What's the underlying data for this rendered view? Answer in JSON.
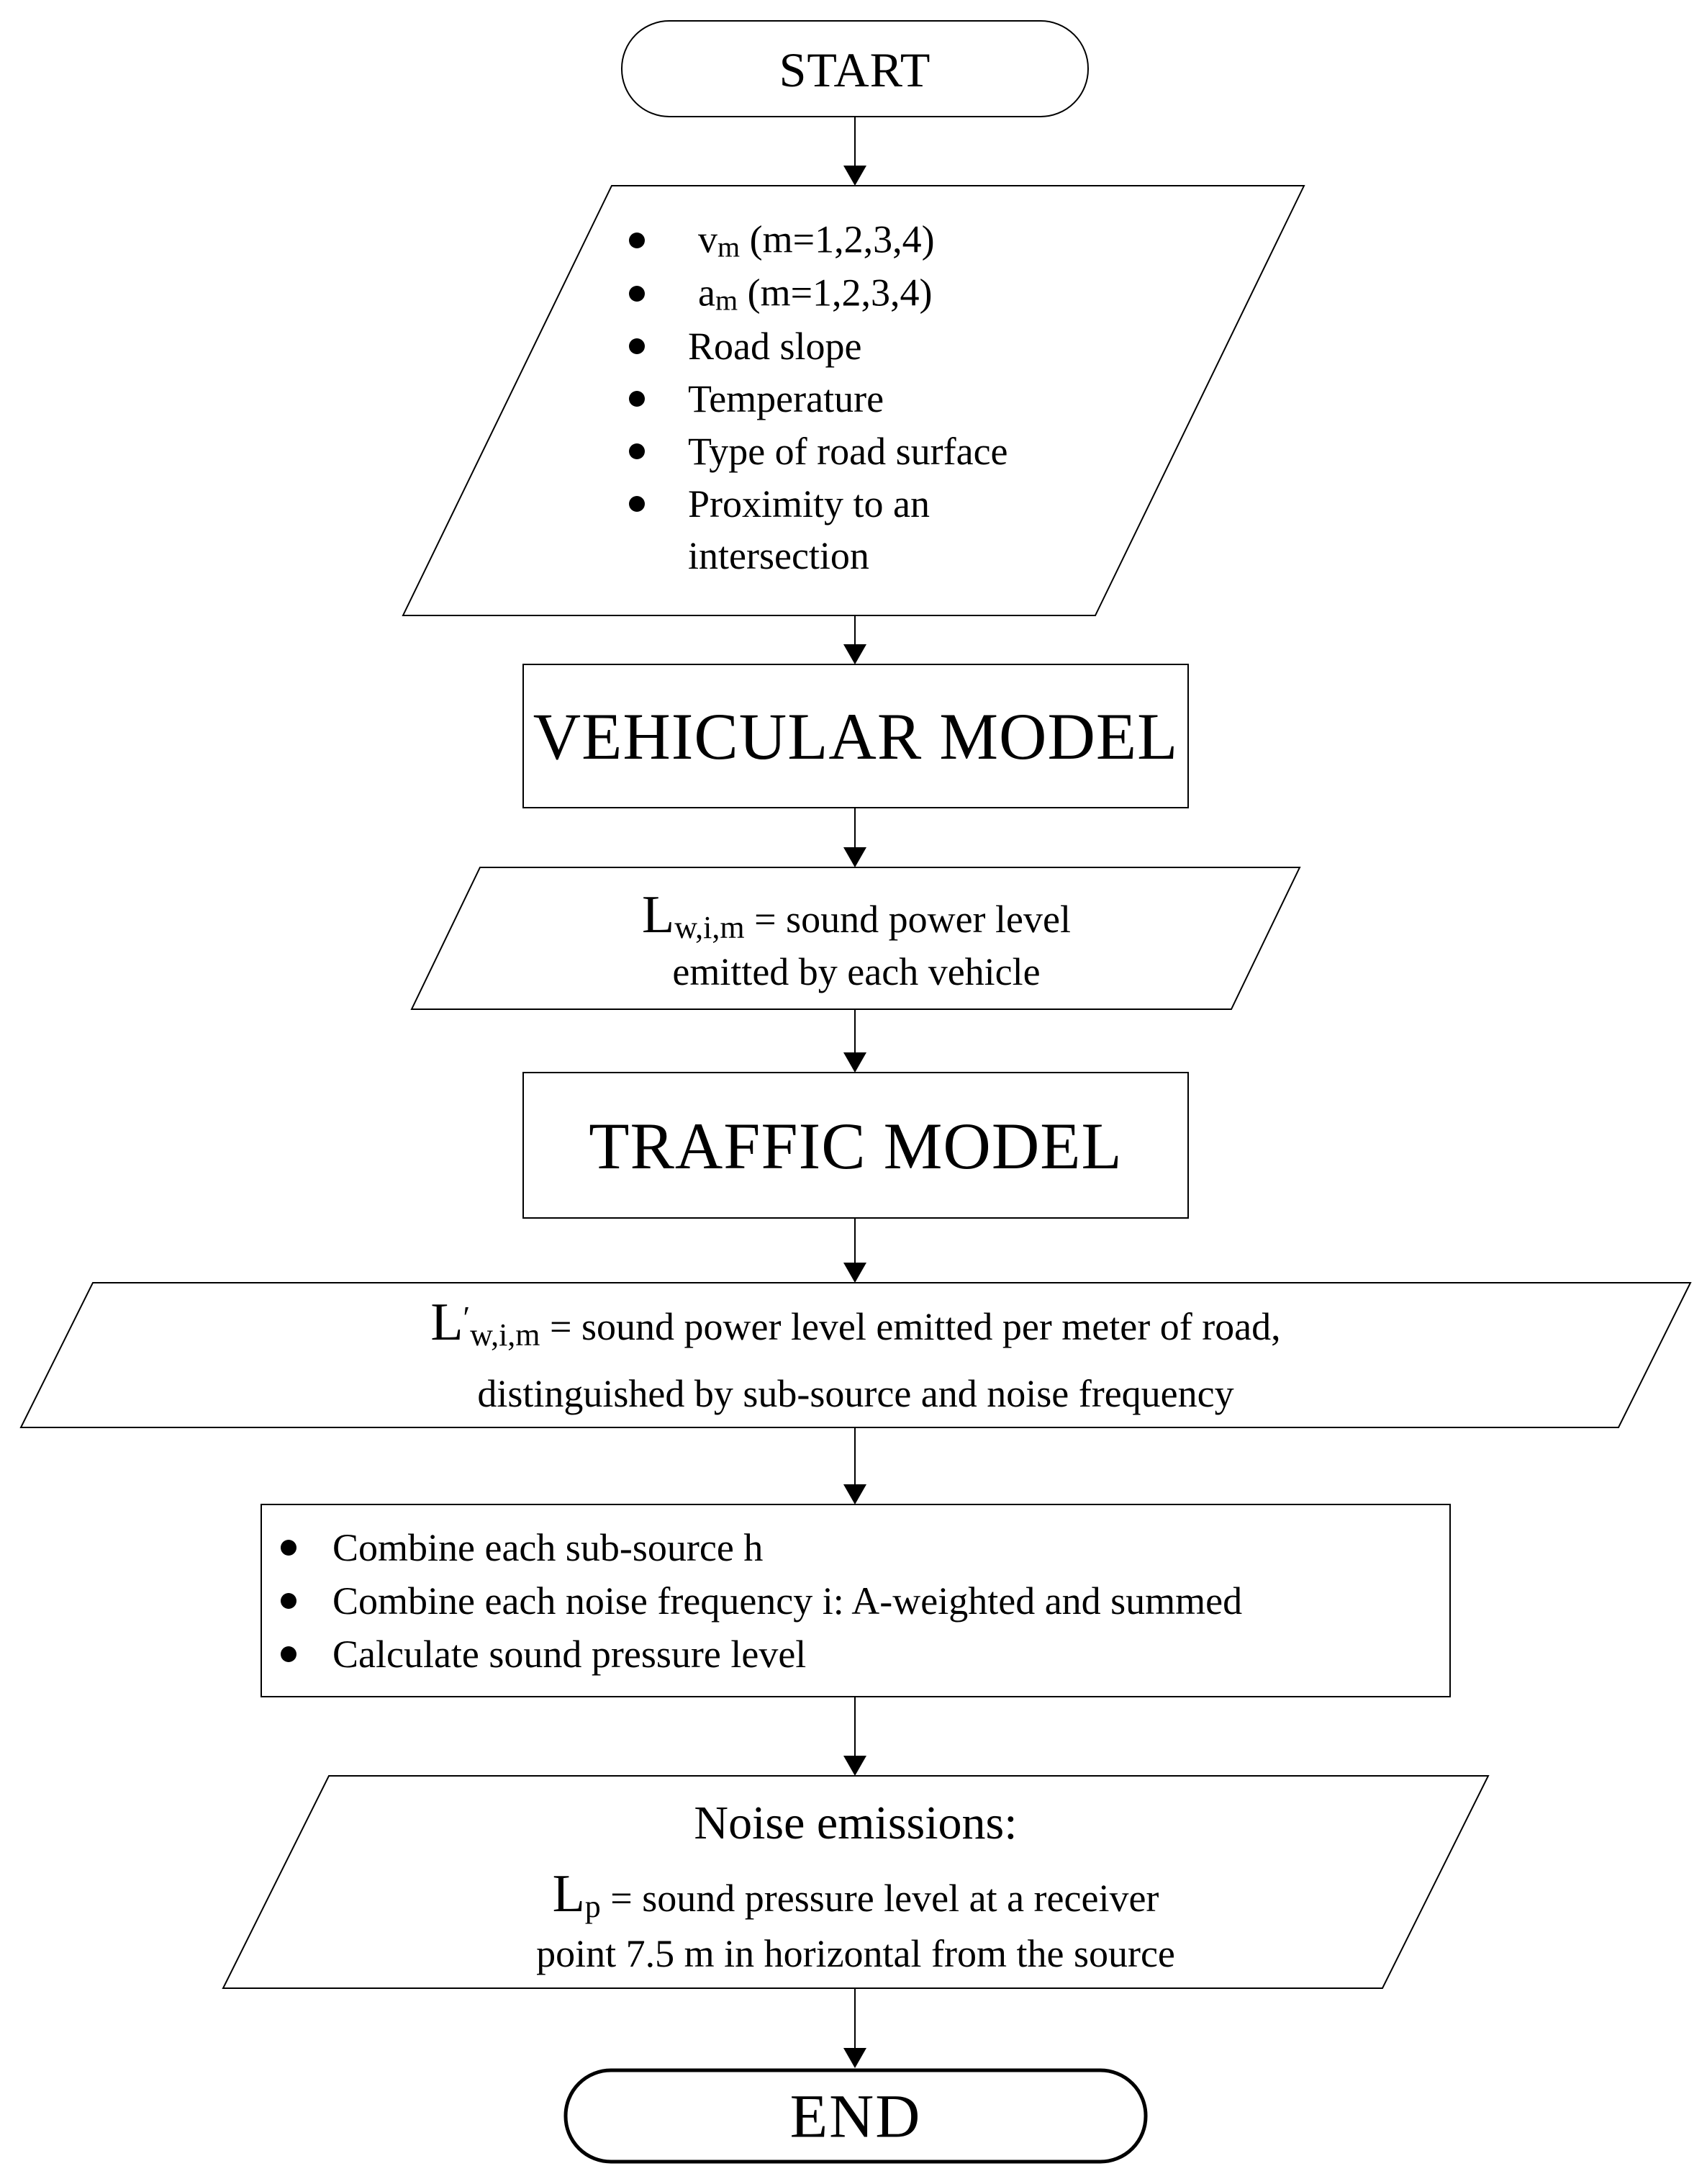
{
  "page": {
    "background": "#ffffff",
    "stroke_color": "#000000",
    "text_color": "#000000"
  },
  "nodes": {
    "start": {
      "label": "START"
    },
    "inputs": {
      "items": [
        {
          "base": "v",
          "sub": "m",
          "rest": " (m=1,2,3,4)"
        },
        {
          "base": "a",
          "sub": "m",
          "rest": " (m=1,2,3,4)"
        },
        {
          "base": "Road slope"
        },
        {
          "base": "Temperature"
        },
        {
          "base": "Type of road surface"
        },
        {
          "base": "Proximity to an",
          "wrap": "intersection"
        }
      ]
    },
    "vehicular": {
      "label": "VEHICULAR MODEL"
    },
    "sound_power": {
      "l": "L",
      "sub": "w,i,m",
      "rest": " = sound power level",
      "line2": "emitted by each vehicle"
    },
    "traffic": {
      "label": "TRAFFIC MODEL"
    },
    "sound_power_per_meter": {
      "l": "L",
      "prime": "′",
      "sub": "w,i,m",
      "rest": " = sound power level emitted per meter of road,",
      "line2": "distinguished by sub-source and noise frequency"
    },
    "process": {
      "items": [
        "Combine each sub-source h",
        "Combine each noise frequency i: A-weighted and summed",
        "Calculate sound pressure level"
      ]
    },
    "noise": {
      "title": "Noise emissions:",
      "l": "L",
      "sub": "p",
      "rest": " = sound pressure level at a receiver",
      "line2": "point 7.5 m in horizontal from the source"
    },
    "end": {
      "label": "END"
    }
  }
}
